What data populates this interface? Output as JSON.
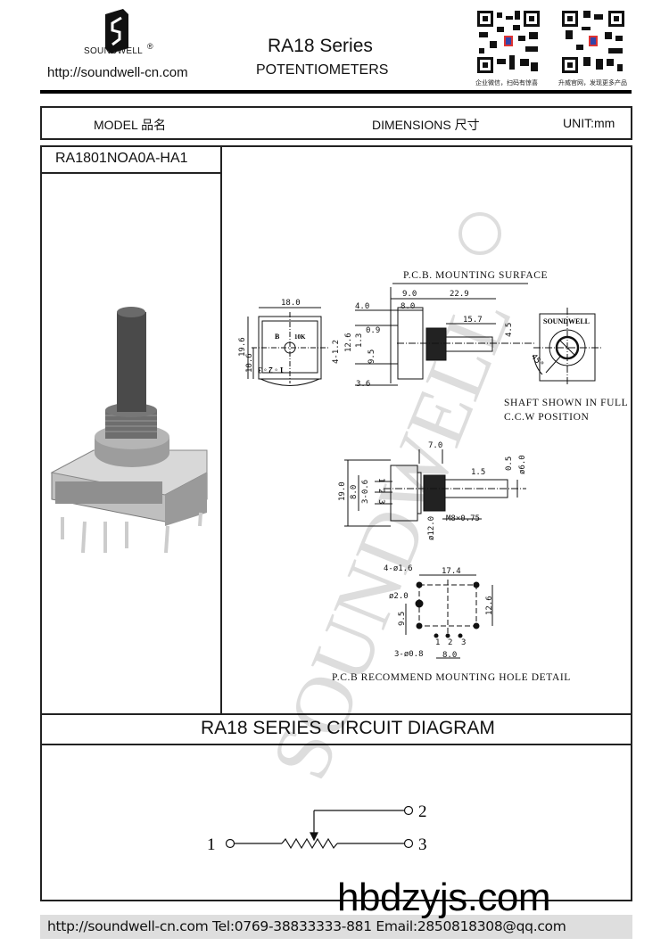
{
  "header": {
    "brand": "SOUNDWELL",
    "registered_mark": "®",
    "website": "http://soundwell-cn.com",
    "series_title": "RA18 Series",
    "product_type": "POTENTIOMETERS",
    "qr_codes": [
      {
        "caption": "企业微信，扫码有惊喜"
      },
      {
        "caption": "升威官网，发现更多产品"
      }
    ]
  },
  "table_header": {
    "model_label": "MODEL 品名",
    "dimensions_label": "DIMENSIONS 尺寸",
    "unit_label": "UNIT:mm"
  },
  "model": {
    "part_number": "RA1801NOA0A-HA1"
  },
  "drawing": {
    "watermark": "SOUNDWELL",
    "front_view": {
      "width": "18.0",
      "height": "19.6",
      "pin_height": "10.6",
      "mark_taper": "B",
      "mark_value": "10K",
      "pin_numbers": "1 ◦ 2 ◦ 3"
    },
    "side_view": {
      "pcb_label": "P.C.B. MOUNTING SURFACE",
      "dims": [
        "9.0",
        "22.9",
        "4.0",
        "8.0",
        "15.7",
        "4.5",
        "0.9",
        "4-1.2",
        "12.6",
        "1.3",
        "9.5",
        "3.6"
      ]
    },
    "rear_view": {
      "logo": "SOUNDWELL",
      "angle": "45°",
      "note_line1": "SHAFT SHOWN IN FULL",
      "note_line2": "C.C.W POSITION"
    },
    "top_view": {
      "dims": [
        "7.0",
        "0.5",
        "ø6.0",
        "1.5",
        "19.0",
        "8.0",
        "3-0.6",
        "M8×0.75",
        "ø12.0"
      ],
      "pins": [
        "1",
        "2",
        "3"
      ]
    },
    "pcb_layout": {
      "dims": [
        "4-ø1.6",
        "17.4",
        "ø2.0",
        "12.6",
        "9.5",
        "3-ø0.8",
        "8.0"
      ],
      "pins": [
        "1",
        "2",
        "3"
      ],
      "caption": "P.C.B RECOMMEND MOUNTING HOLE DETAIL"
    }
  },
  "circuit": {
    "title": "RA18 SERIES CIRCUIT DIAGRAM",
    "terminals": [
      "1",
      "2",
      "3"
    ]
  },
  "footer": {
    "text": "http://soundwell-cn.com  Tel:0769-38833333-881  Email:2850818308@qq.com",
    "overlay_mark": "hbdzyjs.com"
  }
}
